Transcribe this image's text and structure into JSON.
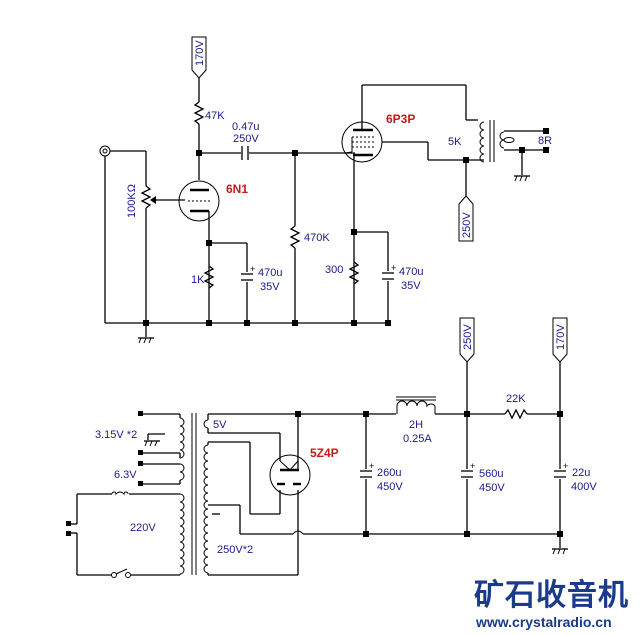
{
  "title": "6P3P single-ended tube amplifier schematic",
  "stage1": {
    "supply_tag": "170V",
    "plate_resistor": "47K",
    "coupling_cap_value": "0.47u",
    "coupling_cap_voltage": "250V",
    "tube": "6N1",
    "volume_pot": "100KΩ",
    "cathode_resistor": "1K",
    "cathode_cap_value": "470u",
    "cathode_cap_voltage": "35V"
  },
  "stage2": {
    "tube": "6P3P",
    "grid_resistor": "470K",
    "cathode_resistor": "300",
    "cathode_cap_value": "470u",
    "cathode_cap_voltage": "35V",
    "output_transformer_primary": "5K",
    "speaker_impedance": "8R",
    "supply_tag": "250V"
  },
  "power_supply": {
    "heater_winding": "3.15V *2",
    "heater_winding2": "6.3V",
    "mains": "220V",
    "rectifier_heater": "5V",
    "hv_winding": "250V*2",
    "rectifier": "5Z4P",
    "choke_value": "2H",
    "choke_current": "0.25A",
    "filter_cap1_value": "260u",
    "filter_cap1_voltage": "450V",
    "filter_cap2_value": "560u",
    "filter_cap2_voltage": "450V",
    "dropping_resistor": "22K",
    "filter_cap3_value": "22u",
    "filter_cap3_voltage": "400V",
    "tag_250": "250V",
    "tag_170": "170V"
  },
  "watermark": {
    "chinese": "矿石收音机",
    "url": "www.crystalradio.cn"
  }
}
